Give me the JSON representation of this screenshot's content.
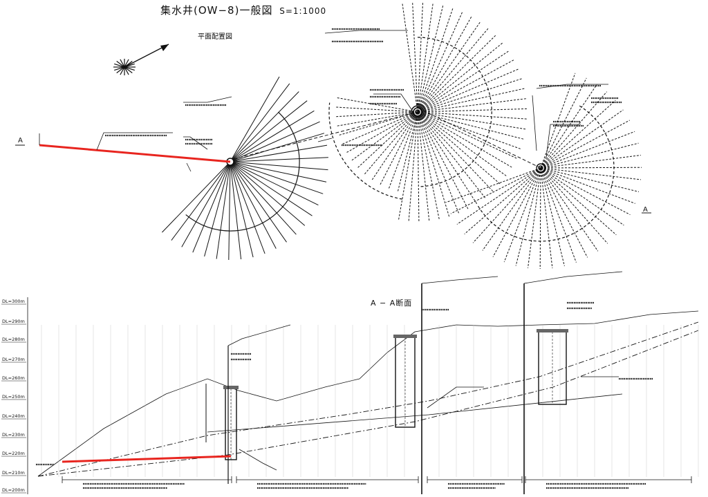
{
  "title": {
    "main": "集水井(OW−8)一般図",
    "scale": "S=1:1000"
  },
  "plan": {
    "label": "平面配置図"
  },
  "section": {
    "label": "A − A断面",
    "elevation_labels": [
      "DL=300m",
      "DL=290m",
      "DL=280m",
      "DL=270m",
      "DL=260m",
      "DL=250m",
      "DL=240m",
      "DL=230m",
      "DL=220m",
      "DL=210m",
      "DL=200m"
    ]
  },
  "markers": {
    "left": "A",
    "right": "A"
  },
  "colors": {
    "line": "#111111",
    "highlight": "#e8251f"
  }
}
